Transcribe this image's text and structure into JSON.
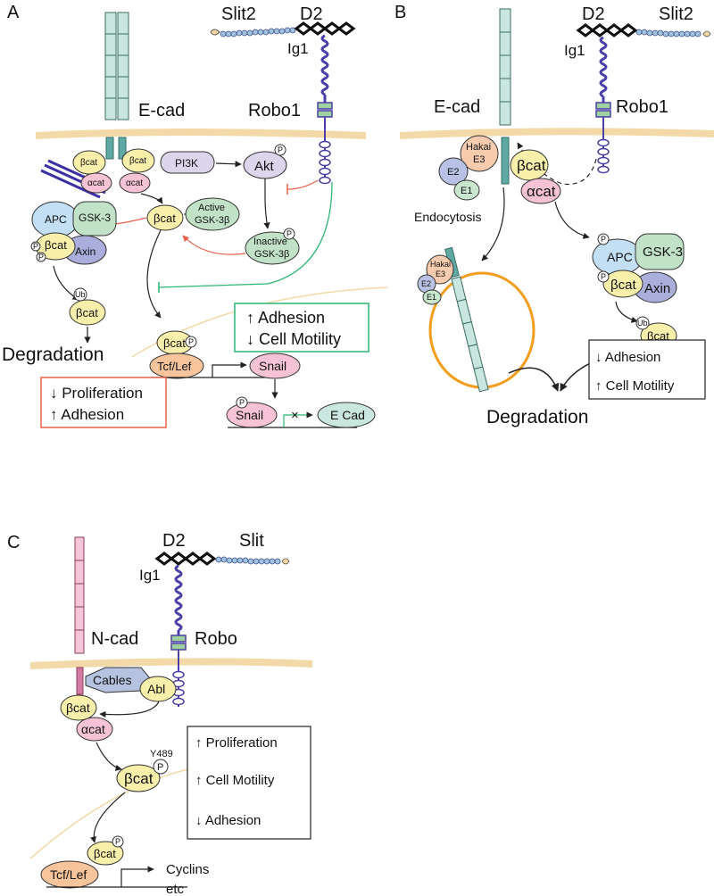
{
  "panels": {
    "a": {
      "letter": "A",
      "slit": "Slit2",
      "d2": "D2",
      "ig1": "Ig1",
      "ecad": "E-cad",
      "robo": "Robo1",
      "bcat": "βcat",
      "acat": "αcat",
      "pi3k": "PI3K",
      "akt": "Akt",
      "p": "P",
      "ub": "Ub",
      "apc": "APC",
      "gsk3": "GSK-3",
      "axin": "Axin",
      "active_l1": "Active",
      "active_l2": "GSK-3β",
      "inactive_l1": "Inactive",
      "inactive_l2": "GSK-3β",
      "degradation": "Degradation",
      "tcf": "Tcf/Lef",
      "snail": "Snail",
      "ecad_gene": "E Cad",
      "x": "×",
      "green_box": [
        "↑ Adhesion",
        "↓ Cell Motility"
      ],
      "red_box": [
        "↓ Proliferation",
        "↑ Adhesion"
      ]
    },
    "b": {
      "letter": "B",
      "slit": "Slit2",
      "d2": "D2",
      "ig1": "Ig1",
      "ecad": "E-cad",
      "robo": "Robo1",
      "hakai1": "Hakai",
      "e3": "E3",
      "e2": "E2",
      "e1": "E1",
      "bcat": "βcat",
      "acat": "αcat",
      "endocytosis": "Endocytosis",
      "apc": "APC",
      "gsk3": "GSK-3",
      "axin": "Axin",
      "p": "P",
      "ub": "Ub",
      "degradation": "Degradation",
      "box": [
        "↓ Adhesion",
        "↑ Cell Motility"
      ]
    },
    "c": {
      "letter": "C",
      "slit": "Slit",
      "d2": "D2",
      "ig1": "Ig1",
      "ncad": "N-cad",
      "robo": "Robo",
      "cables": "Cables",
      "abl": "Abl",
      "bcat": "βcat",
      "acat": "αcat",
      "y489": "Y489",
      "p": "P",
      "tcf": "Tcf/Lef",
      "cyclins": "Cyclins",
      "etc": "etc",
      "box": [
        "↑ Proliferation",
        "↑ Cell Motility",
        "↓ Adhesion"
      ]
    }
  },
  "colors": {
    "membrane": "#f3d9a8",
    "ecad": "#c9e7de",
    "ncad": "#f7c5d8",
    "robo": "#4b3fa8",
    "bcat": "#f7efaa",
    "acat": "#f6c3d6",
    "gsk": "#c2e2c8",
    "pi3k": "#dcd5ec",
    "apc": "#c2dff3",
    "axin": "#a9aedb",
    "tcf": "#f7c49b",
    "hakai": "#f7ccae",
    "e1": "#c9e7cf",
    "e2": "#b9c2e4",
    "cables": "#b6c3e0",
    "abl": "#f7efaa",
    "red": "#e8604c",
    "green": "#2bb673",
    "orange": "#f5a623",
    "ring": "#f29d1b"
  }
}
